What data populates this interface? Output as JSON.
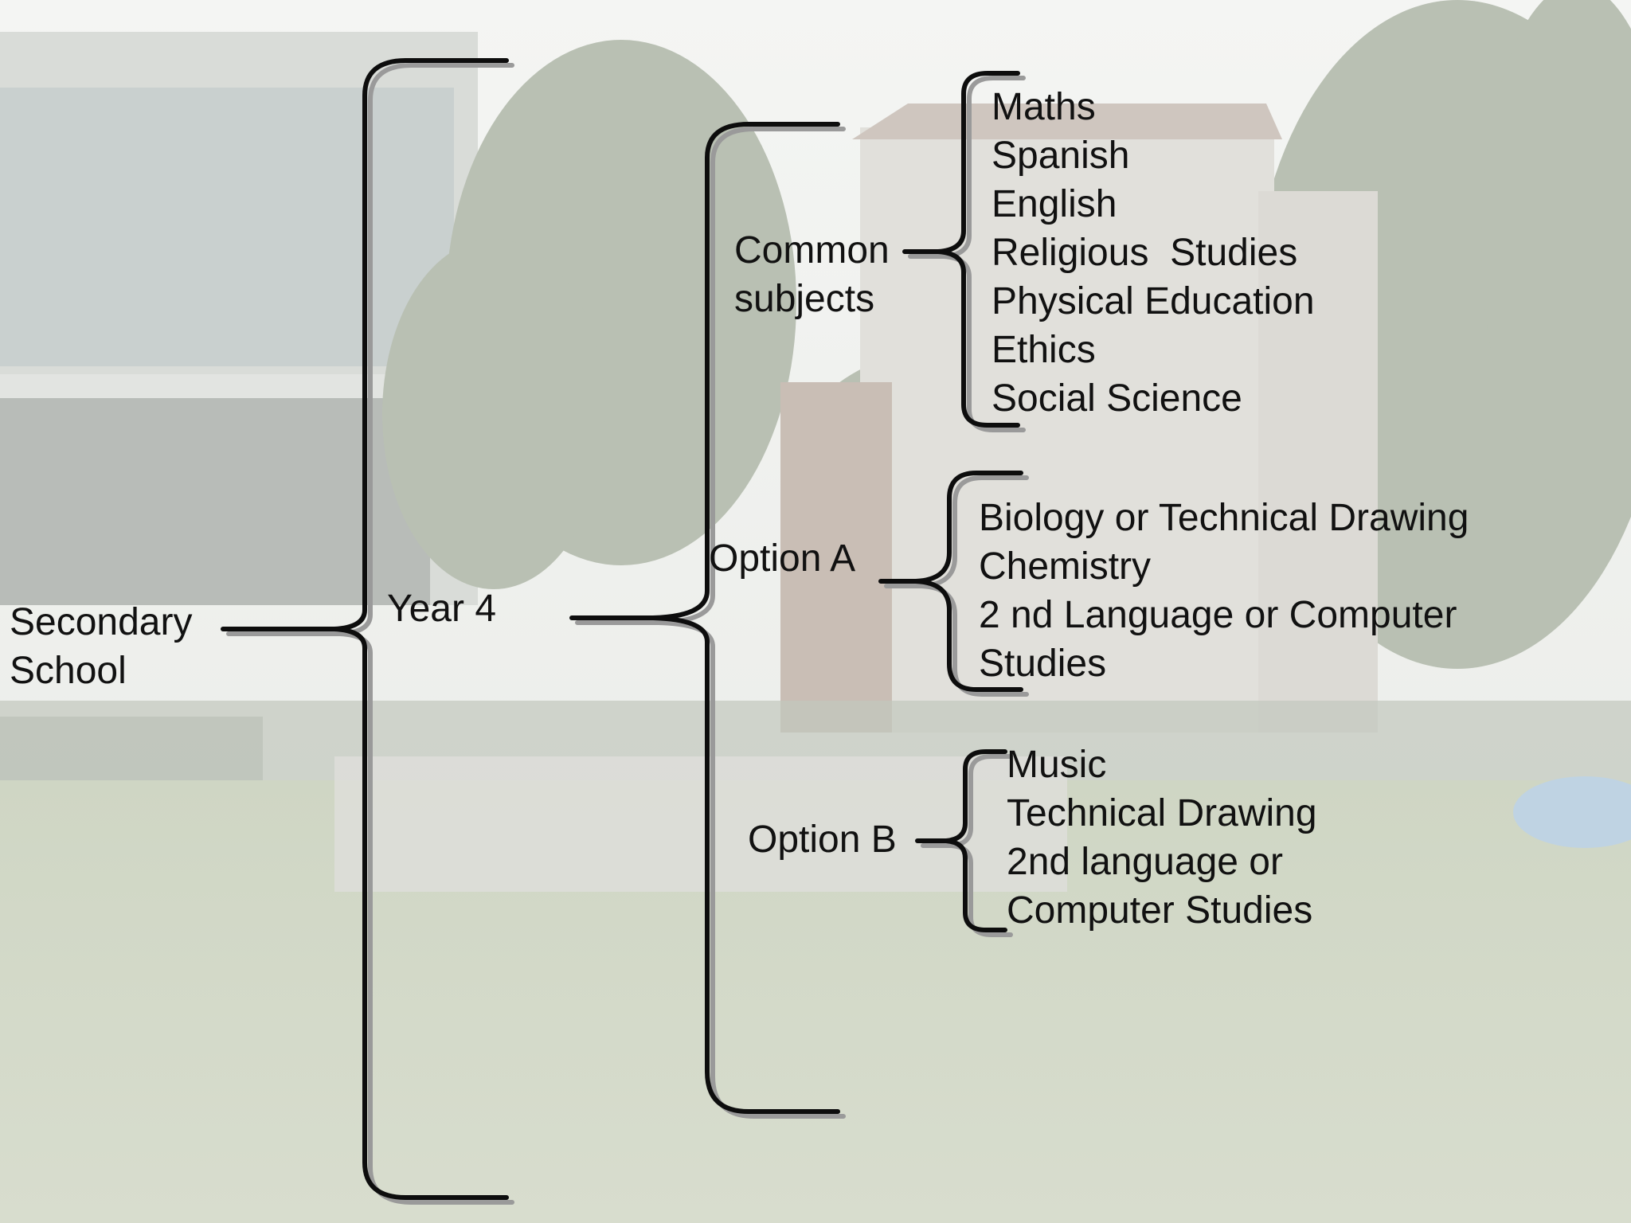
{
  "diagram": {
    "root": {
      "lines": [
        "Secondary",
        "School"
      ]
    },
    "year": {
      "label": "Year 4"
    },
    "groups": [
      {
        "label_lines": [
          "Common",
          "subjects"
        ],
        "subjects": [
          "Maths",
          "Spanish",
          "English",
          "Religious  Studies",
          "Physical Education",
          "Ethics",
          "Social Science"
        ]
      },
      {
        "label_lines": [
          "Option A"
        ],
        "subjects": [
          "Biology or Technical Drawing",
          "Chemistry",
          "2 nd Language or Computer",
          "Studies"
        ]
      },
      {
        "label_lines": [
          "Option B"
        ],
        "subjects": [
          "Music",
          "Technical Drawing",
          "2nd language or",
          "Computer Studies"
        ]
      }
    ]
  },
  "colors": {
    "bracket": "#0d0d0d",
    "bracket_shadow": "#9a9a9a",
    "text": "#111111"
  }
}
